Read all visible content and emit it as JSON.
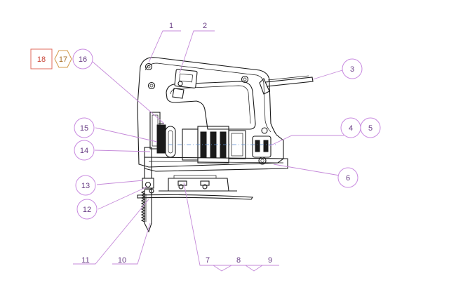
{
  "callouts": {
    "c1": "1",
    "c2": "2",
    "c3": "3",
    "c4": "4",
    "c5": "5",
    "c6": "6",
    "c7": "7",
    "c8": "8",
    "c9": "9",
    "c10": "10",
    "c11": "11",
    "c12": "12",
    "c13": "13",
    "c14": "14",
    "c15": "15",
    "c16": "16",
    "c17": "17",
    "c18": "18"
  },
  "colors": {
    "callout_ring": "#c98be0",
    "callout_text": "#6a3f86",
    "tag18": "#e06b5c",
    "tag17": "#d39a4a",
    "outline": "#1a1a1a",
    "axis": "#5b8fd4"
  }
}
